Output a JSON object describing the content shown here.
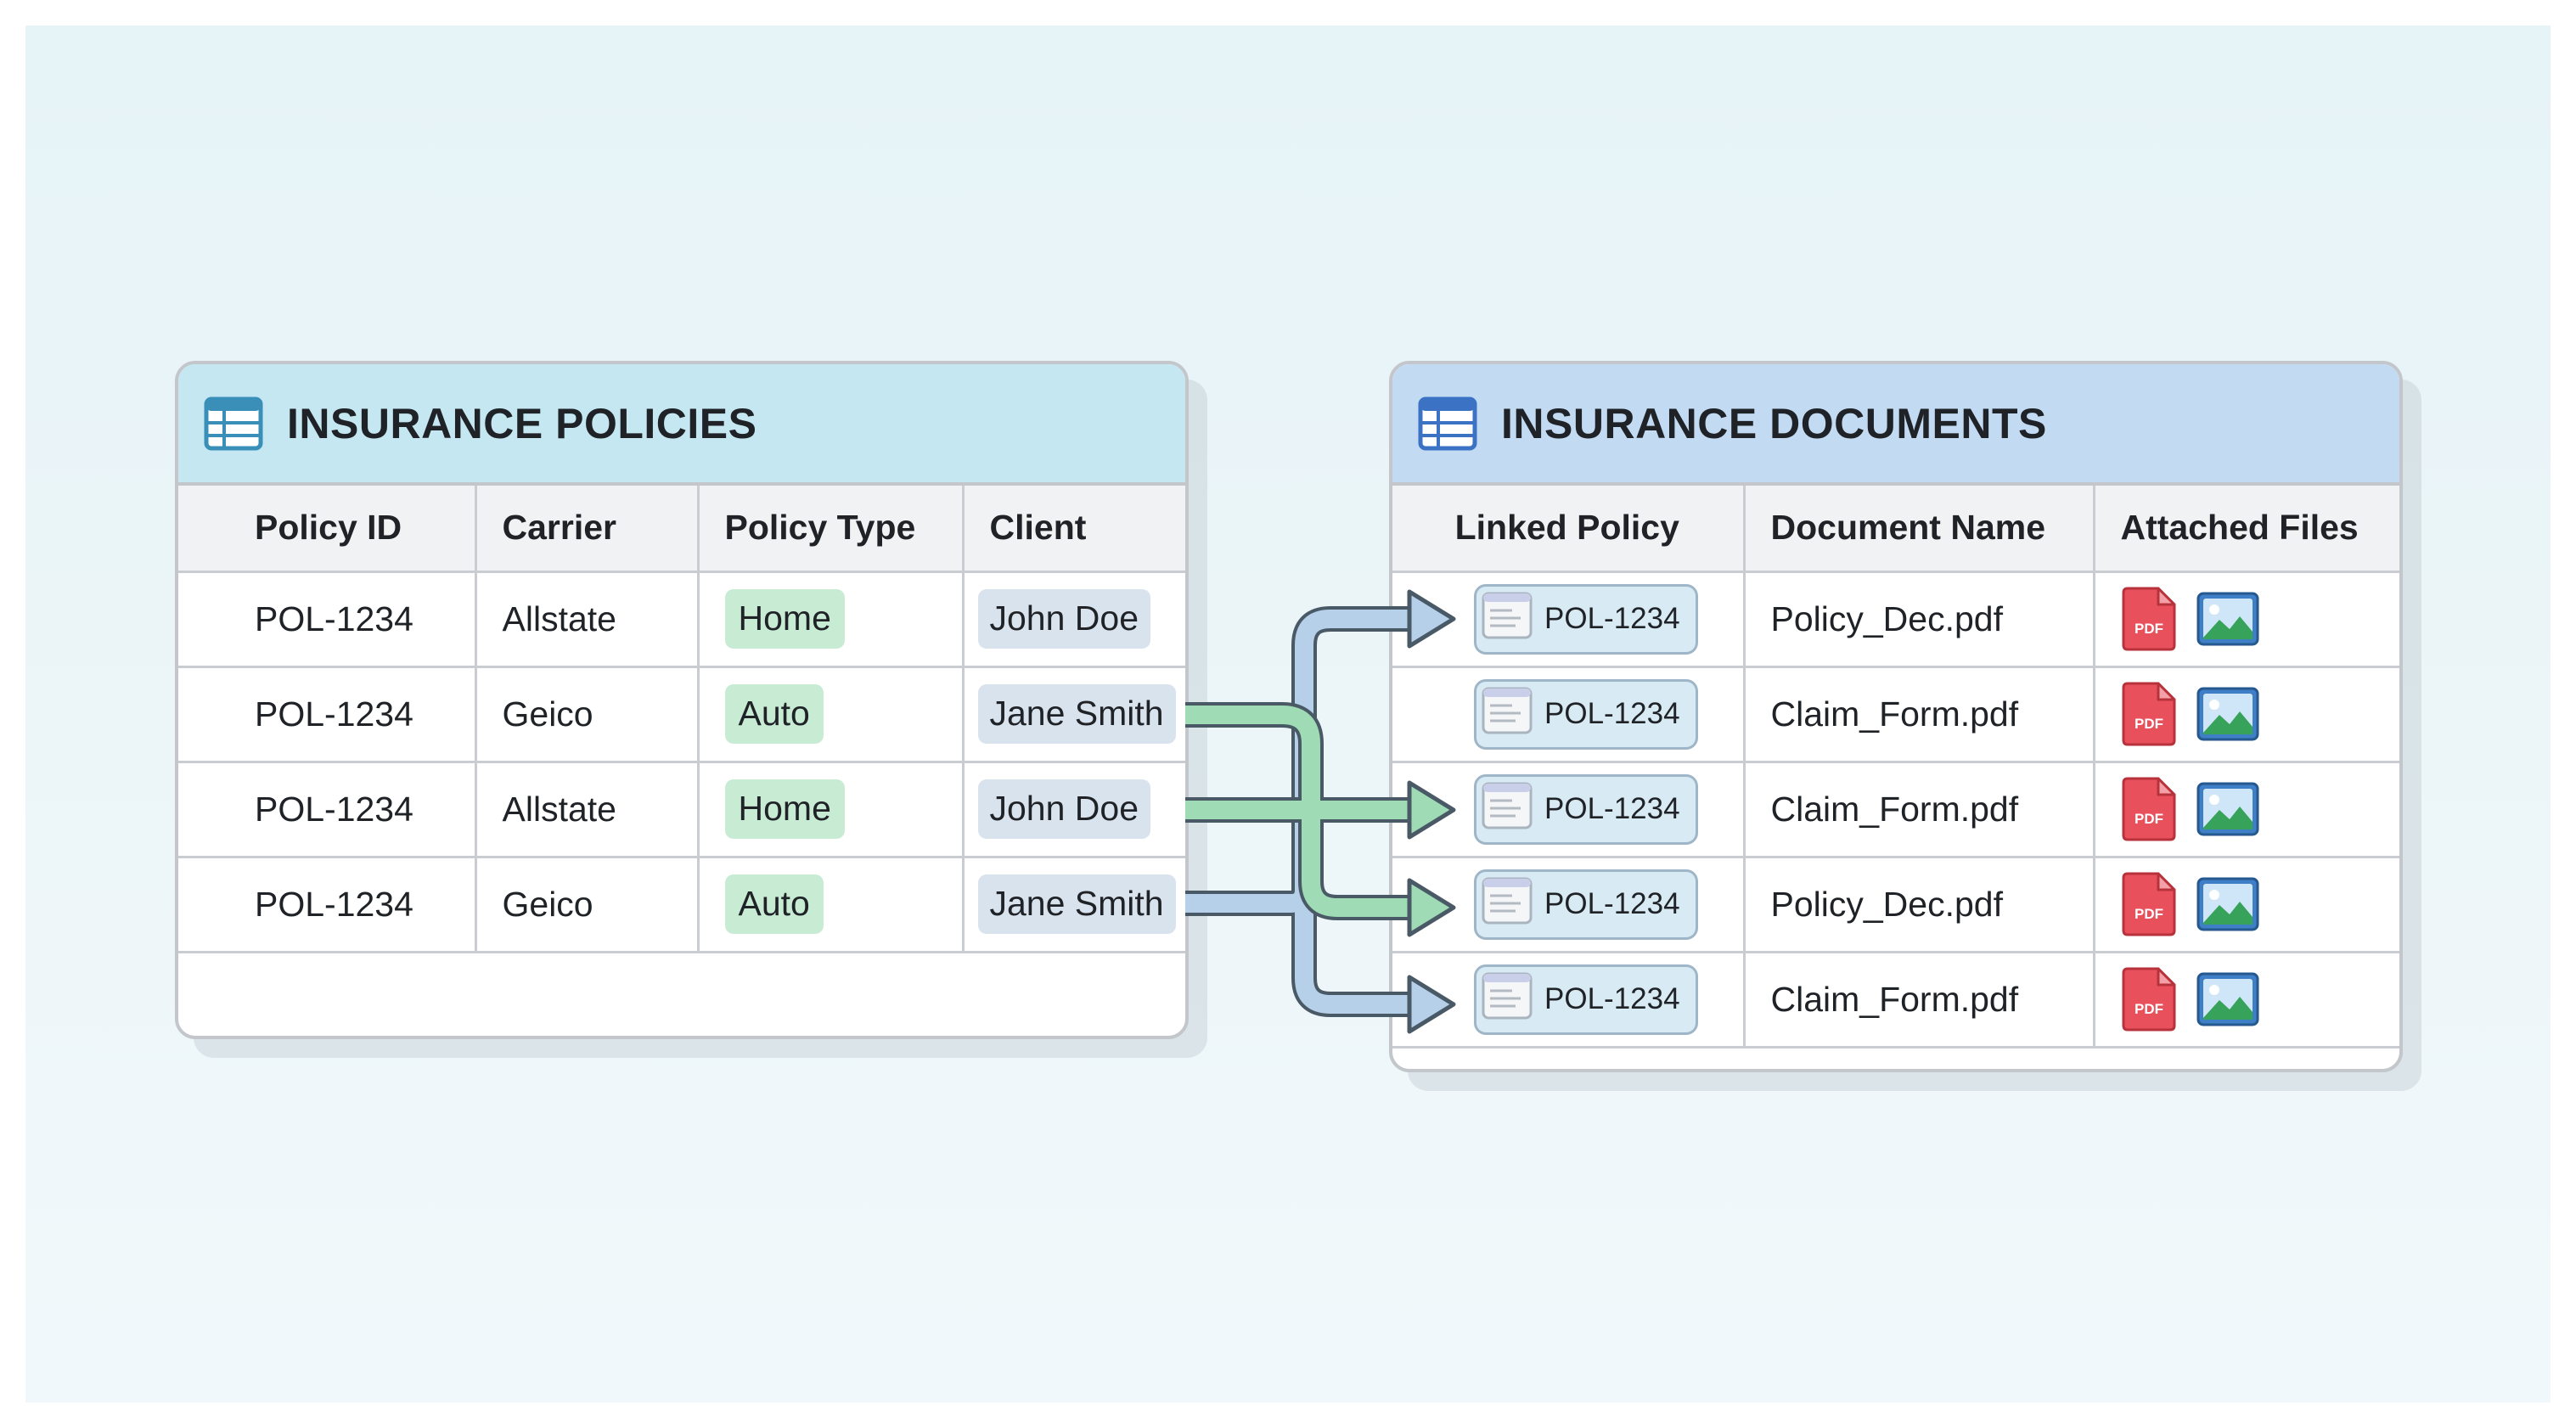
{
  "policies": {
    "title": "INSURANCE POLICIES",
    "headers": [
      "Policy ID",
      "Carrier",
      "Policy Type",
      "Client"
    ],
    "rows": [
      {
        "id": "POL-1234",
        "carrier": "Allstate",
        "type": "Home",
        "client": "John Doe"
      },
      {
        "id": "POL-1234",
        "carrier": "Geico",
        "type": "Auto",
        "client": "Jane Smith"
      },
      {
        "id": "POL-1234",
        "carrier": "Allstate",
        "type": "Home",
        "client": "John Doe"
      },
      {
        "id": "POL-1234",
        "carrier": "Geico",
        "type": "Auto",
        "client": "Jane Smith"
      }
    ]
  },
  "documents": {
    "title": "INSURANCE DOCUMENTS",
    "headers": [
      "Linked Policy",
      "Document Name",
      "Attached Files"
    ],
    "rows": [
      {
        "policy": "POL-1234",
        "name": "Policy_Dec.pdf",
        "file_icons": [
          "pdf-icon",
          "image-icon"
        ]
      },
      {
        "policy": "POL-1234",
        "name": "Claim_Form.pdf",
        "file_icons": [
          "pdf-icon",
          "image-icon"
        ]
      },
      {
        "policy": "POL-1234",
        "name": "Claim_Form.pdf",
        "file_icons": [
          "pdf-icon",
          "image-icon"
        ]
      },
      {
        "policy": "POL-1234",
        "name": "Policy_Dec.pdf",
        "file_icons": [
          "pdf-icon",
          "image-icon"
        ]
      },
      {
        "policy": "POL-1234",
        "name": "Claim_Form.pdf",
        "file_icons": [
          "pdf-icon",
          "image-icon"
        ]
      }
    ]
  },
  "pdf_label": "PDF",
  "colors": {
    "policies_header": "#c4e7f1",
    "documents_header": "#c2dbf3",
    "green_arrow": "#9fdcb6",
    "blue_arrow": "#b7d0ea",
    "pdf_red": "#e8505b",
    "image_blue": "#3f7fc6"
  }
}
